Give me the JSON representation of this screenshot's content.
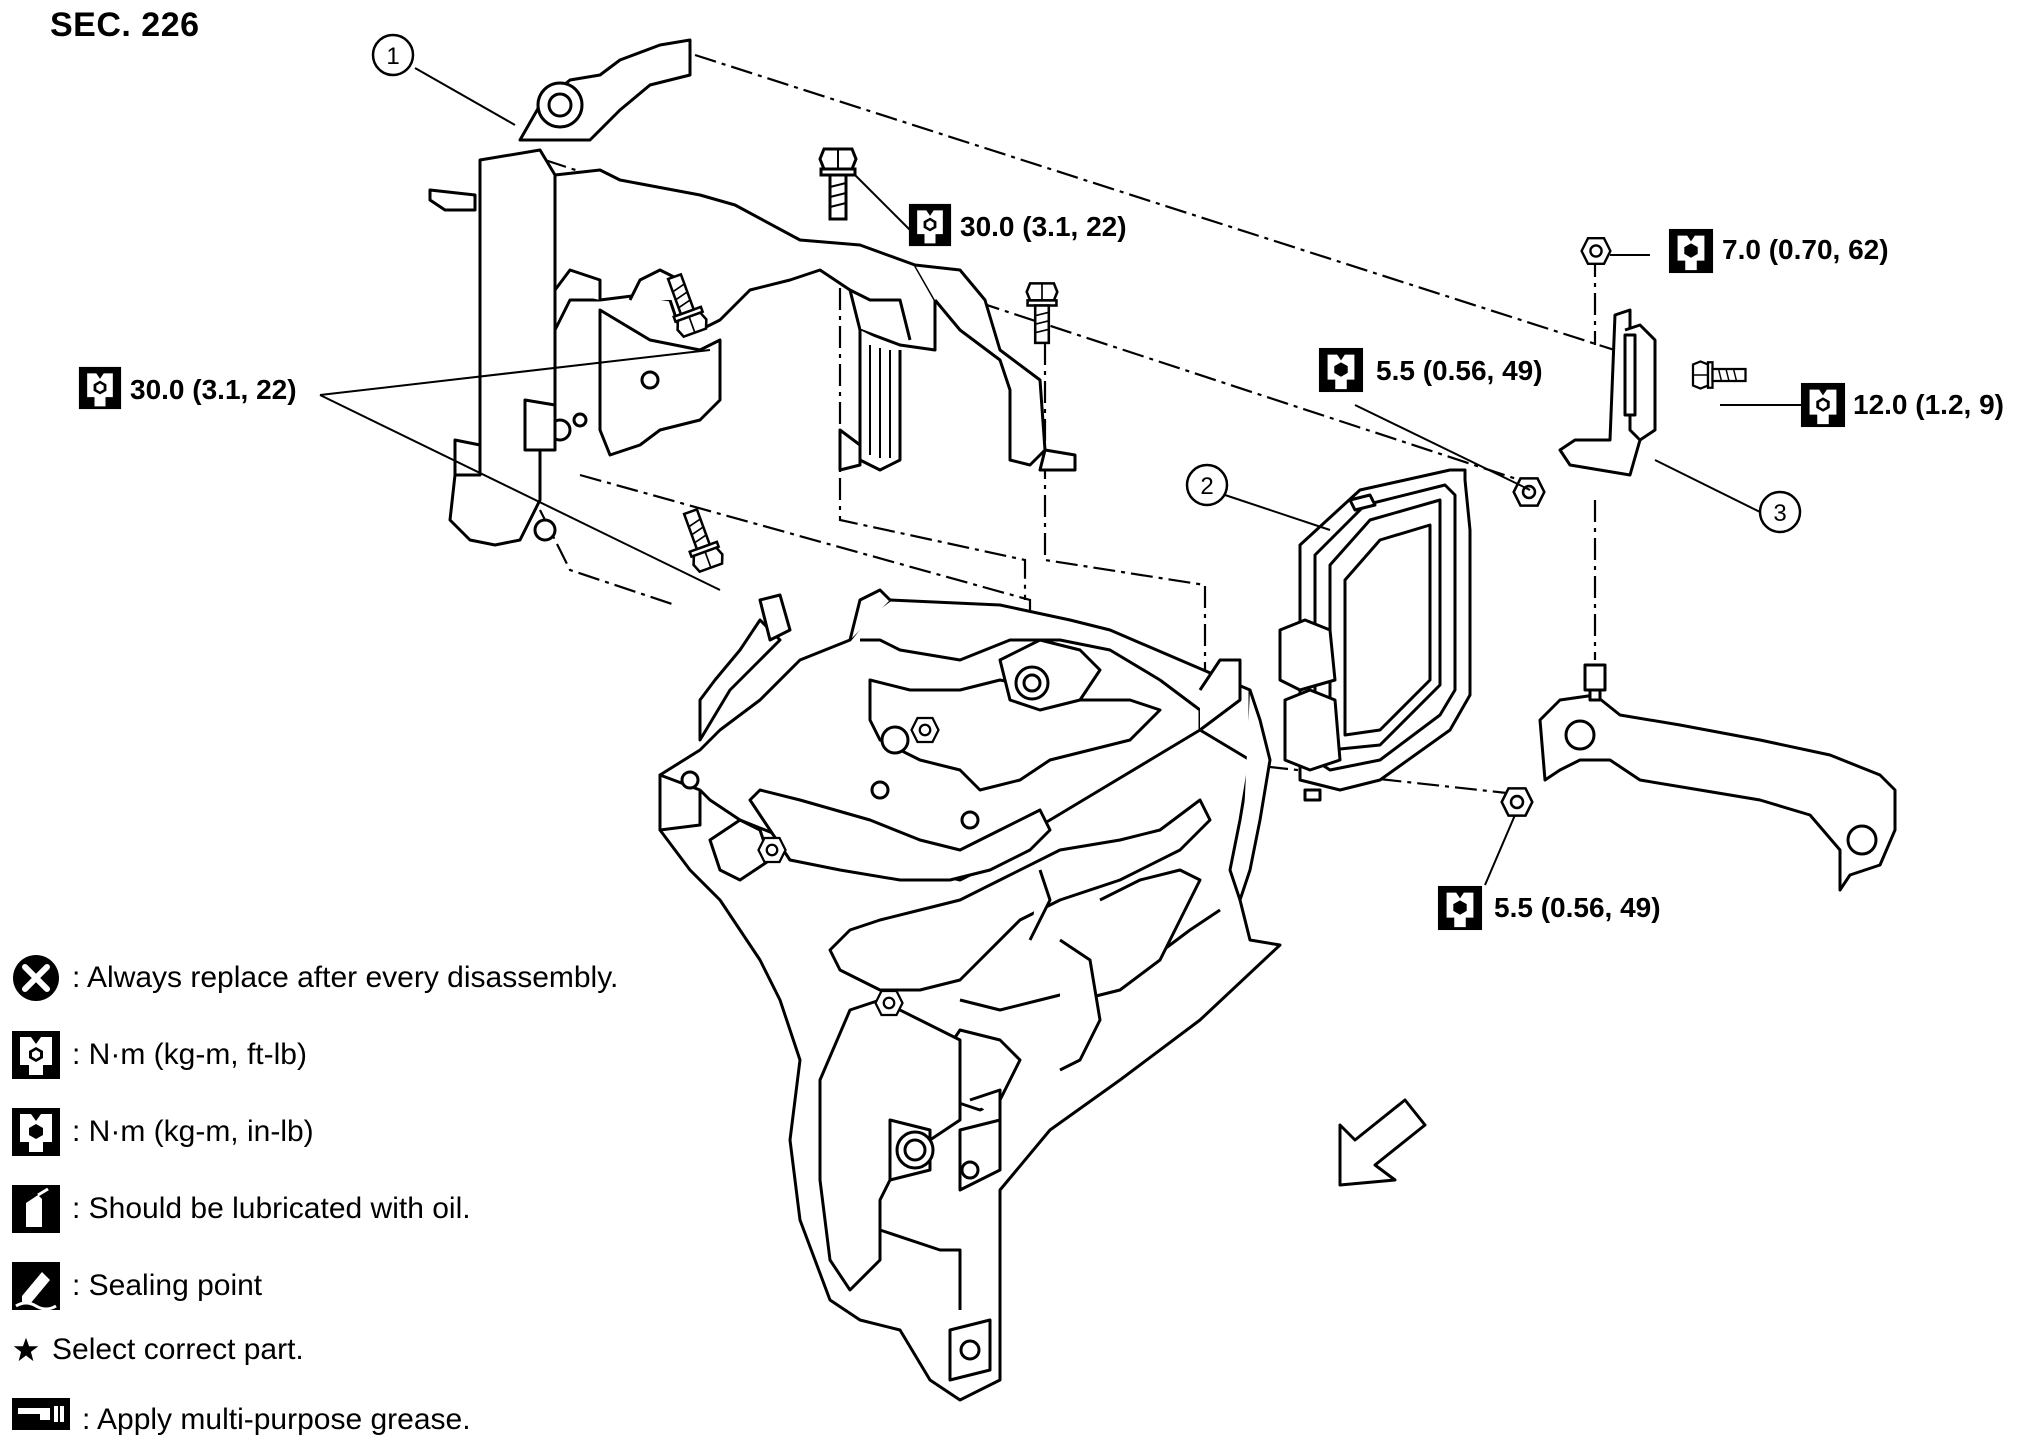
{
  "section_label": "SEC. 226",
  "callouts": {
    "c1": "1",
    "c2": "2",
    "c3": "3"
  },
  "torques": {
    "t_top_bolt": "30.0 (3.1, 22)",
    "t_left_bolts": "30.0 (3.1, 22)",
    "t_bracket_nut": "7.0 (0.70, 62)",
    "t_bracket_bolt": "12.0 (1.2, 9)",
    "t_ecm_nut_upper": "5.5 (0.56, 49)",
    "t_ecm_nut_lower": "5.5 (0.56, 49)"
  },
  "legend": [
    {
      "icon": "always-replace-icon",
      "text": ": Always replace after every disassembly."
    },
    {
      "icon": "torque-ft-lb-icon",
      "text": ": N·m (kg-m, ft-lb)"
    },
    {
      "icon": "torque-in-lb-icon",
      "text": ": N·m (kg-m, in-lb)"
    },
    {
      "icon": "oil-can-icon",
      "text": ": Should be lubricated with oil."
    },
    {
      "icon": "sealing-point-icon",
      "text": ": Sealing point"
    },
    {
      "icon": "star-icon",
      "text": "Select correct part."
    },
    {
      "icon": "grease-icon",
      "text": ": Apply multi-purpose grease."
    }
  ]
}
